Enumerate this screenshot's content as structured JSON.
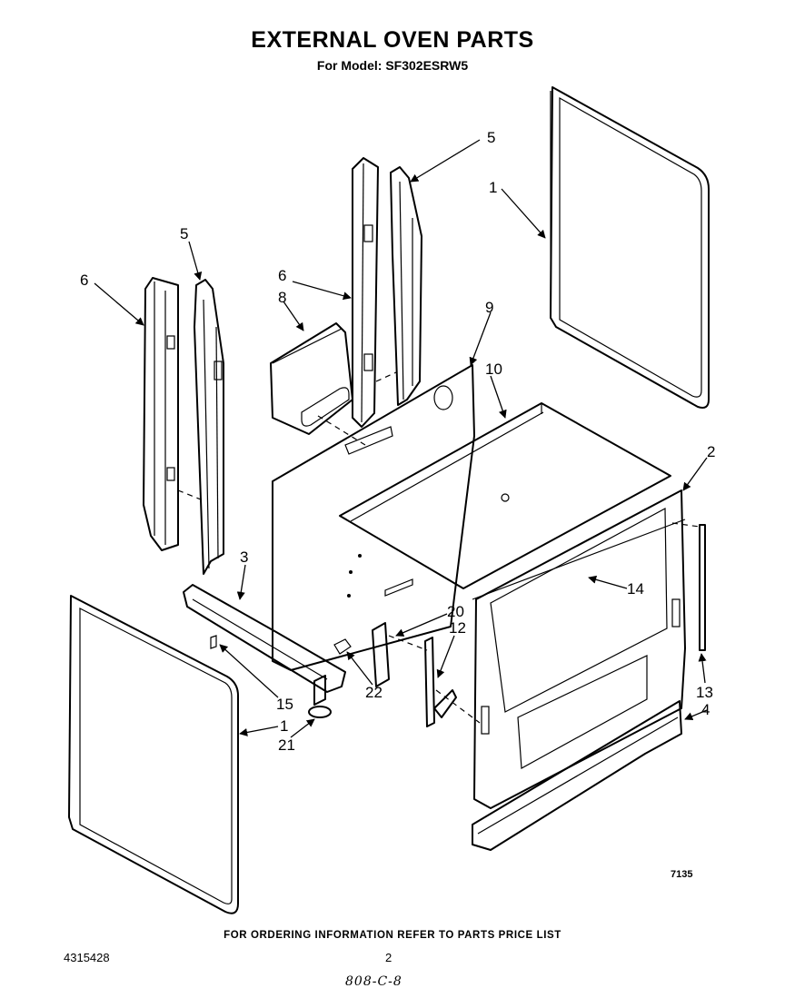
{
  "header": {
    "title": "EXTERNAL OVEN PARTS",
    "model_line": "For Model: SF302ESRW5"
  },
  "figure": {
    "figure_code": "7135",
    "callouts": [
      "1",
      "1",
      "2",
      "3",
      "4",
      "5",
      "5",
      "6",
      "6",
      "8",
      "9",
      "10",
      "12",
      "13",
      "14",
      "15",
      "20",
      "21",
      "22"
    ]
  },
  "footer": {
    "ordering_note": "FOR ORDERING INFORMATION REFER TO PARTS PRICE LIST",
    "document_number": "4315428",
    "page_number": "2",
    "handwritten_note": "808-C-8"
  }
}
